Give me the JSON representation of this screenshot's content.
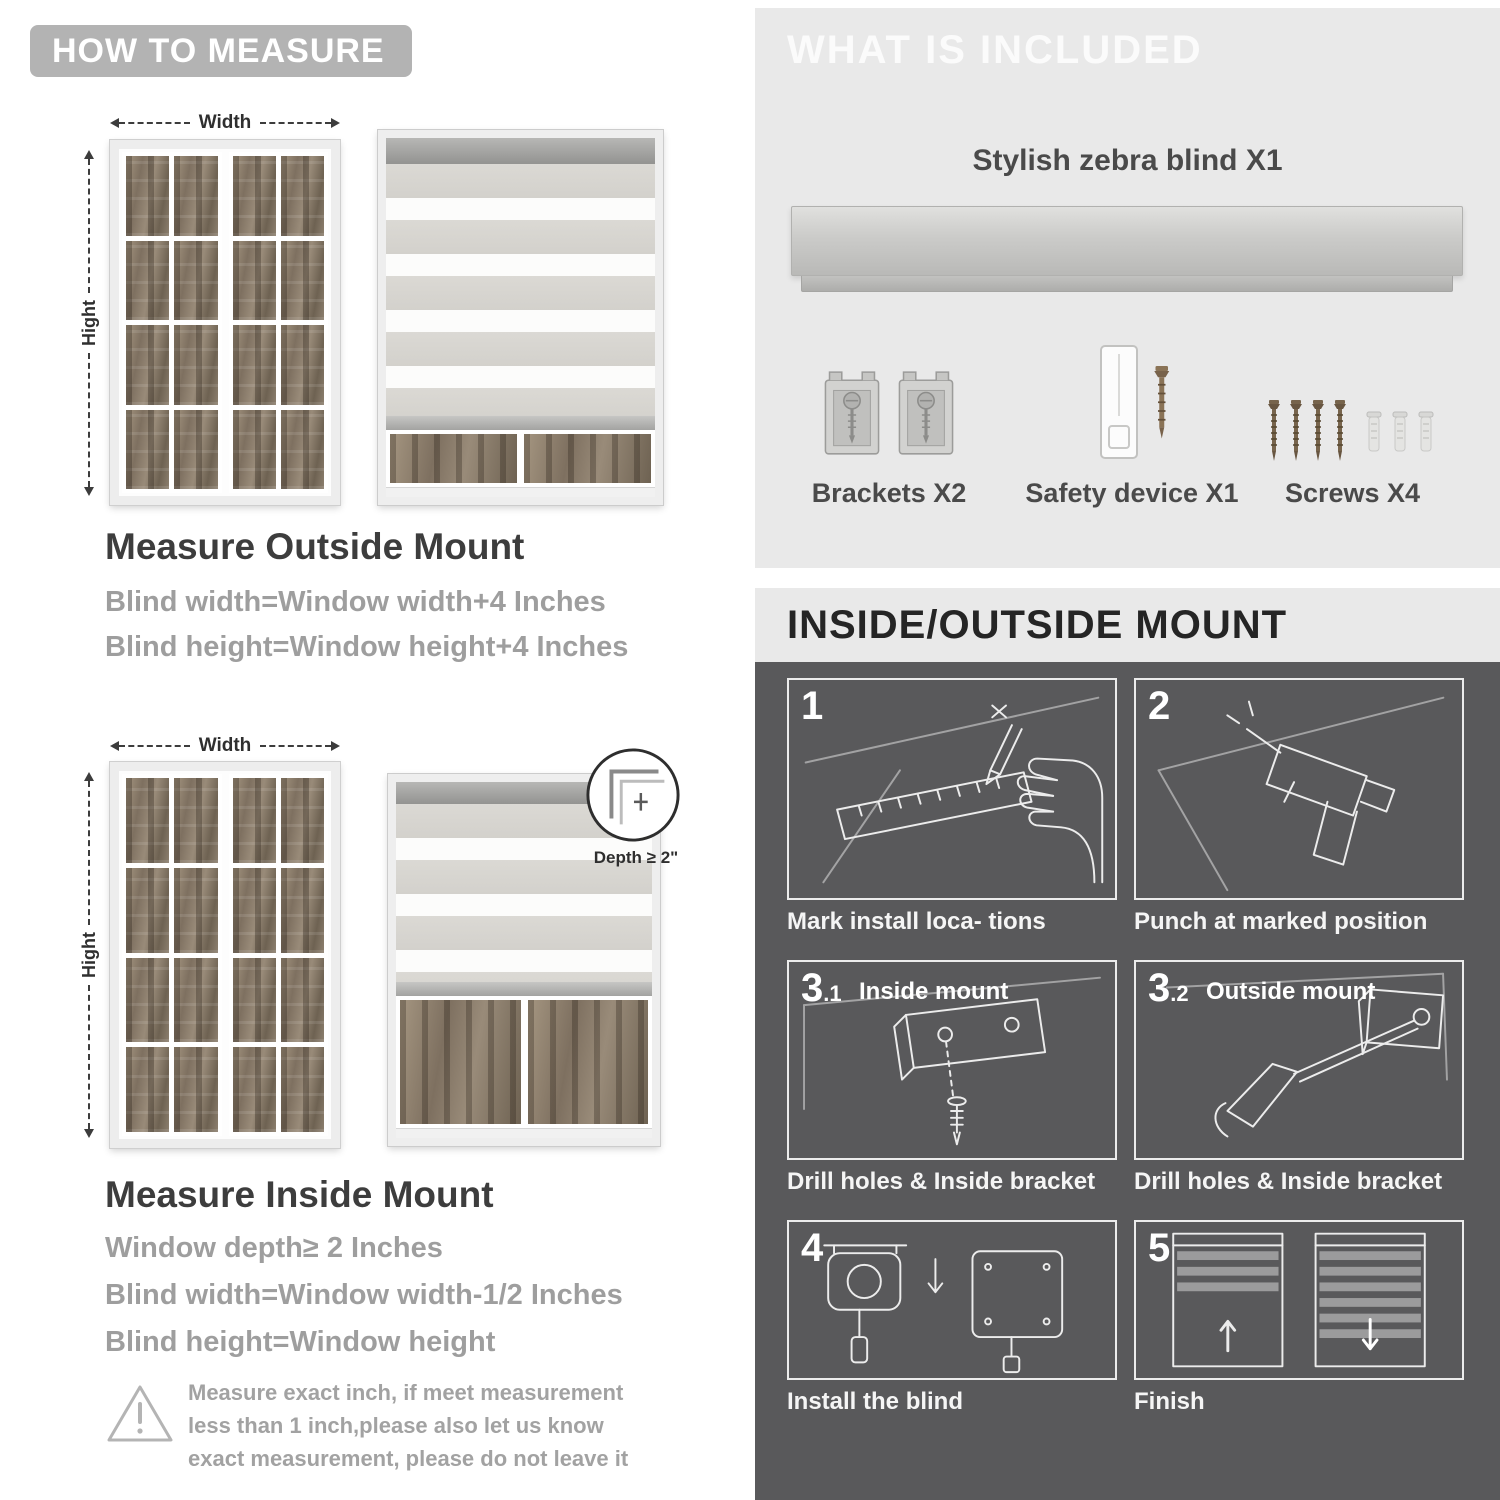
{
  "colors": {
    "header_pill_bg": "#b3b3b3",
    "light_panel_bg": "#e9e9e9",
    "dark_panel_bg": "#59595b",
    "muted_text": "#9e9e9e",
    "dark_text": "#3d3d3d",
    "white_text": "#fbfbfb"
  },
  "left": {
    "header": "HOW TO MEASURE",
    "measure_labels": {
      "width": "Width",
      "height": "Hight"
    },
    "outside": {
      "title": "Measure Outside Mount",
      "line1": "Blind width=Window width+4 Inches",
      "line2": "Blind height=Window height+4 Inches"
    },
    "inside": {
      "title": "Measure Inside Mount",
      "depth_callout": "Depth ≥ 2\"",
      "line1": "Window depth≥ 2 Inches",
      "line2": "Blind width=Window width-1/2 Inches",
      "line3": "Blind height=Window height"
    },
    "warning": {
      "mark": "!",
      "text": "Measure exact inch, if meet measurement less than 1 inch,please also let us know exact measurement, please do not leave it"
    }
  },
  "right": {
    "included": {
      "header": "WHAT IS INCLUDED",
      "blind_label": "Stylish zebra blind X1",
      "items": [
        {
          "label": "Brackets X2"
        },
        {
          "label": "Safety device X1"
        },
        {
          "label": "Screws X4"
        }
      ]
    },
    "mount": {
      "header": "INSIDE/OUTSIDE MOUNT",
      "steps": [
        {
          "num": "1",
          "caption": "Mark install loca- tions"
        },
        {
          "num": "2",
          "caption": "Punch at marked position"
        },
        {
          "num": "3",
          "sub": ".1",
          "tag": "Inside mount",
          "caption": "Drill holes & Inside bracket"
        },
        {
          "num": "3",
          "sub": ".2",
          "tag": "Outside mount",
          "caption": "Drill holes & Inside bracket"
        },
        {
          "num": "4",
          "caption": "Install the blind"
        },
        {
          "num": "5",
          "caption": "Finish"
        }
      ]
    }
  }
}
